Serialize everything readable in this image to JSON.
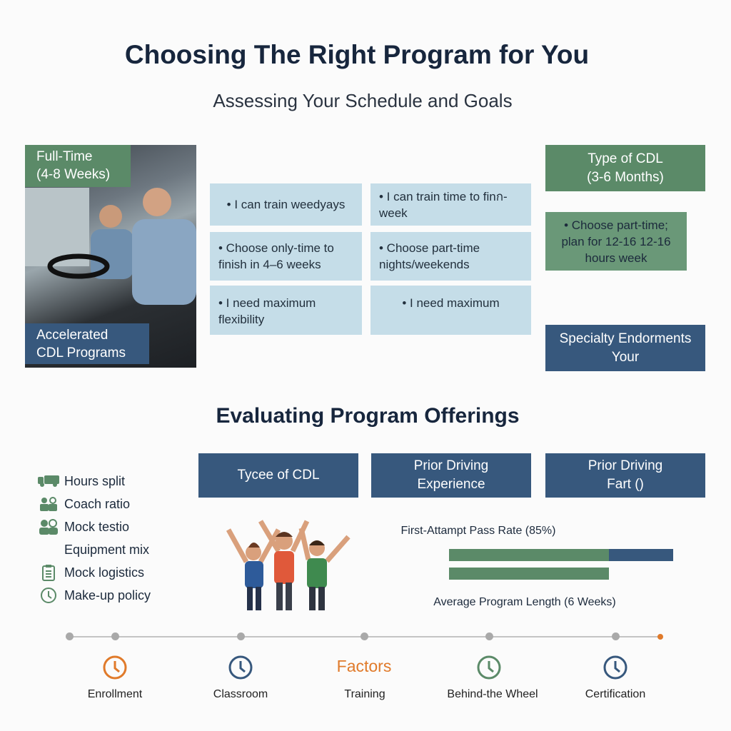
{
  "title": "Choosing The Right Program for You",
  "subtitle": "Assessing Your Schedule and Goals",
  "photo": {
    "top_label_1": "Full-Time",
    "top_label_2": "(4-8 Weeks)",
    "bottom_label_1": "Accelerated",
    "bottom_label_2": "CDL Programs"
  },
  "grid": [
    [
      "• I can train weedyays",
      "• I can train time to finก- week"
    ],
    [
      "• Choose only-time to finish in 4–6 weeks",
      "• Choose part-time nights/weekends"
    ],
    [
      "• I need maximum flexibility",
      "• I need maximum"
    ]
  ],
  "right": {
    "box1_1": "Type of CDL",
    "box1_2": "(3-6 Months)",
    "box2": "• Choose part-time; plan for 12-16 12-16 hours week",
    "box3_1": "Specialty Endorments",
    "box3_2": "Your"
  },
  "section2": {
    "heading": "Evaluating Program Offerings",
    "headers": [
      [
        "Tycee of CDL",
        ""
      ],
      [
        "Prior Driving",
        "Experience"
      ],
      [
        "Prior Driving",
        "Fart ()"
      ]
    ],
    "list": [
      {
        "icon": "truck-icon",
        "label": "Hours split"
      },
      {
        "icon": "people-icon",
        "label": "Coach ratio"
      },
      {
        "icon": "group-icon",
        "label": "Mock testio"
      },
      {
        "icon": "",
        "label": "Equipment mix"
      },
      {
        "icon": "clipboard-icon",
        "label": "Mock logistics"
      },
      {
        "icon": "clock-icon",
        "label": "Make-up policy"
      }
    ],
    "pass_rate_label": "First-Attampt Pass Rate (85%)",
    "pass_rate": 85,
    "length_label": "Average Program Length (6 Weeks)"
  },
  "timeline": {
    "center_label": "Factors",
    "steps": [
      "Enrollment",
      "Classroom",
      "Training",
      "Behind-the Wheel",
      "Certification"
    ]
  },
  "colors": {
    "green": "#5b8a68",
    "navy": "#37587d",
    "light": "#c5dde8",
    "orange": "#e07a2a"
  }
}
